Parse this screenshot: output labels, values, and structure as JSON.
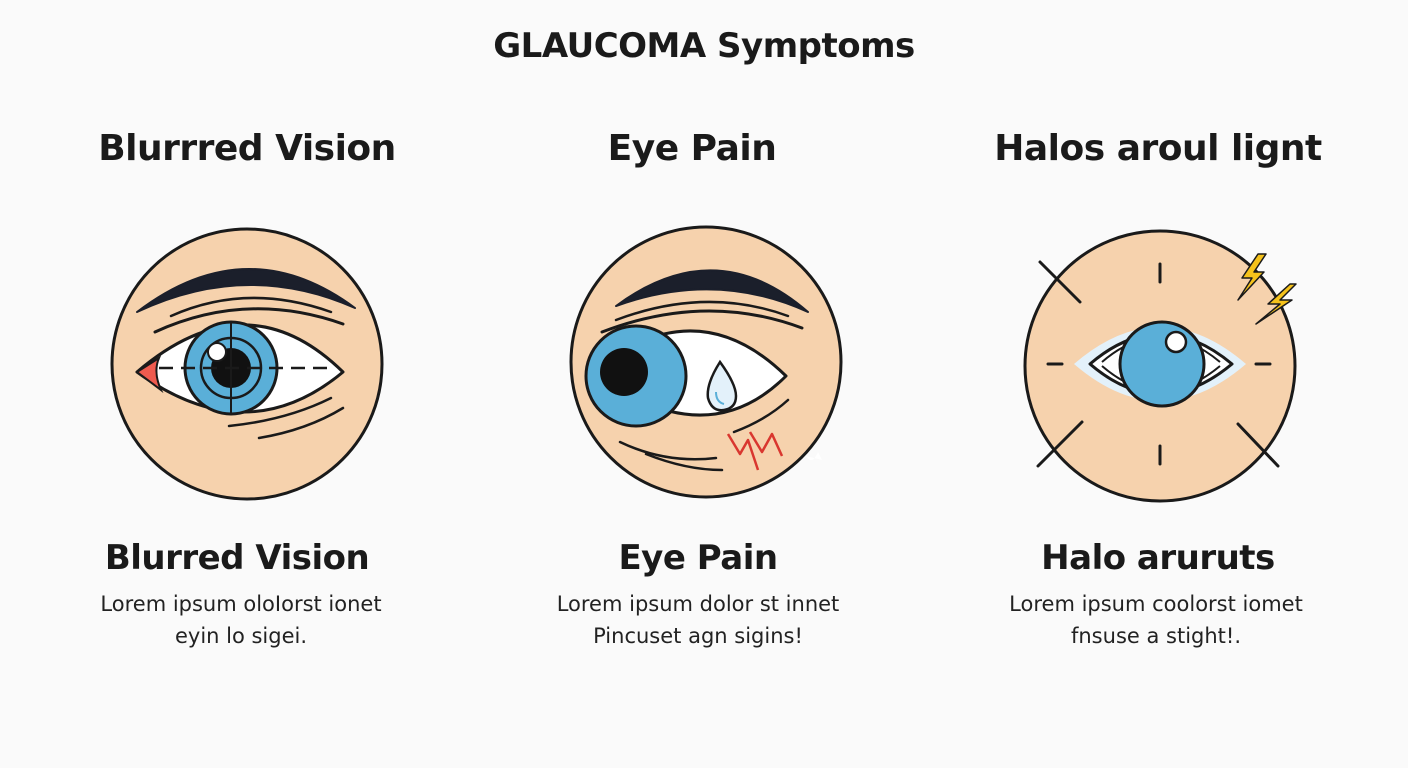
{
  "title": "GLAUCOMA Symptoms",
  "colors": {
    "skin": "#f6d2ad",
    "iris": "#5aafd8",
    "outline": "#1a1a1a",
    "pain": "#d9372f",
    "flash": "#f5c21b",
    "redness": "#ef5b4f",
    "halo": "#e3f1fa"
  },
  "symptoms": [
    {
      "heading": "Blurrred Vision",
      "icon": "blurred-eye-icon",
      "subheading": "Blurred Vision",
      "desc_line1": "Lorem ipsum oloIorst ionet",
      "desc_line2": "eyin lo sigei."
    },
    {
      "heading": "Eye Pain",
      "icon": "painful-eye-icon",
      "subheading": "Eye Pain",
      "desc_line1": "Lorem ipsum dolor st innet",
      "desc_line2": "Pincuset agn sigins!"
    },
    {
      "heading": "Halos aroul lignt",
      "icon": "halo-eye-icon",
      "subheading": "Halo aruruts",
      "desc_line1": "Lorem ipsum coolorst iomet",
      "desc_line2": "fnsuse a stight!."
    }
  ]
}
